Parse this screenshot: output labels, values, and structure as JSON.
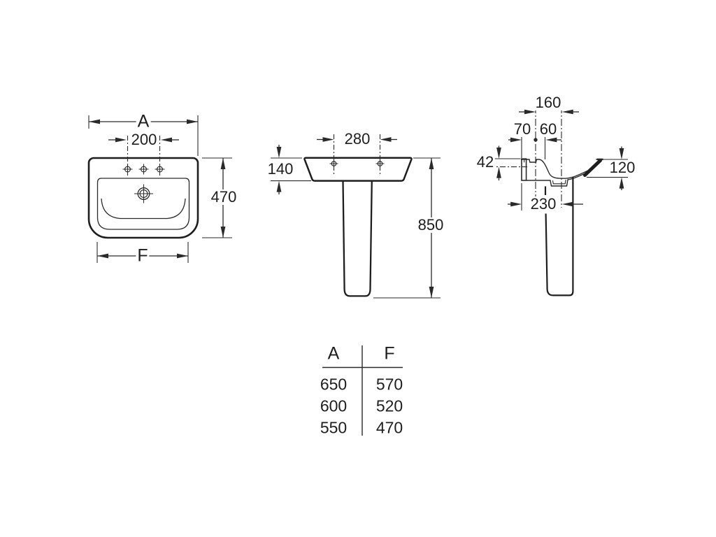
{
  "drawing": {
    "title": "pedestal-washbasin-dimension-drawing",
    "colors": {
      "line": "#1e1e1e",
      "thin_line": "#2a2a2a",
      "background": "#ffffff"
    },
    "views": {
      "top": {
        "overall_width_label": "A",
        "tap_hole_spacing": "200",
        "depth": "470",
        "inner_width_label": "F"
      },
      "front": {
        "fixing_hole_spacing": "280",
        "basin_height": "140",
        "total_height": "850"
      },
      "side": {
        "dim_160": "160",
        "dim_70": "70",
        "dim_60": "60",
        "dim_42": "42",
        "dim_120": "120",
        "dim_230": "230"
      }
    },
    "table": {
      "headers": {
        "a": "A",
        "f": "F"
      },
      "rows": [
        {
          "a": "650",
          "f": "570"
        },
        {
          "a": "600",
          "f": "520"
        },
        {
          "a": "550",
          "f": "470"
        }
      ]
    }
  }
}
